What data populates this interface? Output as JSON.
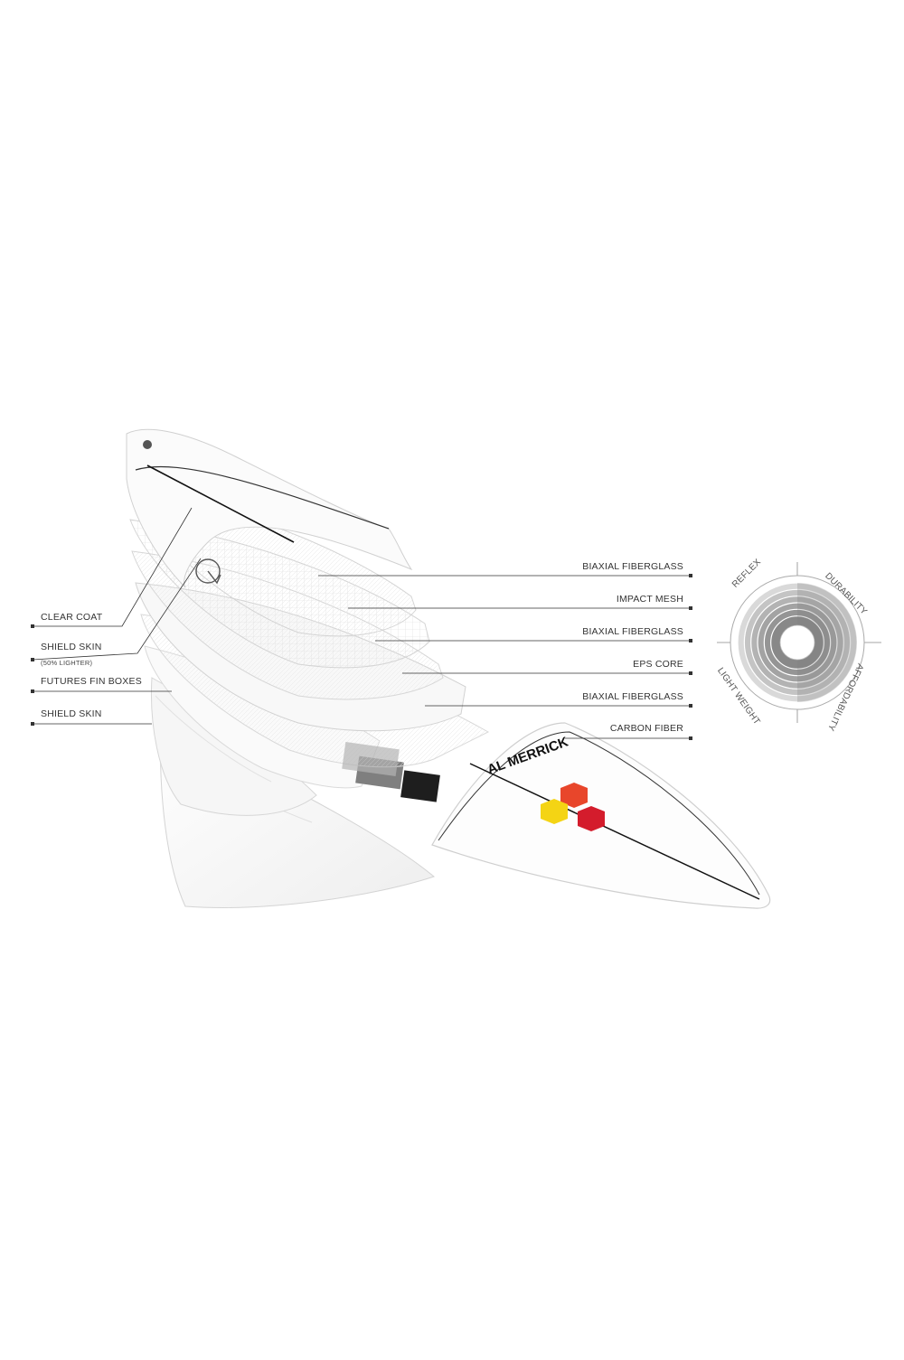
{
  "diagram": {
    "left_labels": [
      {
        "id": "clear-coat",
        "text": "CLEAR COAT"
      },
      {
        "id": "shield-skin-top",
        "text": "SHIELD SKIN",
        "note": "(50% LIGHTER)"
      },
      {
        "id": "futures-fin-boxes",
        "text": "FUTURES FIN BOXES"
      },
      {
        "id": "shield-skin-bottom",
        "text": "SHIELD SKIN"
      }
    ],
    "right_labels": [
      {
        "id": "biaxial-fiberglass-1",
        "text": "BIAXIAL FIBERGLASS"
      },
      {
        "id": "impact-mesh",
        "text": "IMPACT MESH"
      },
      {
        "id": "biaxial-fiberglass-2",
        "text": "BIAXIAL FIBERGLASS"
      },
      {
        "id": "eps-core",
        "text": "EPS CORE"
      },
      {
        "id": "biaxial-fiberglass-3",
        "text": "BIAXIAL FIBERGLASS"
      },
      {
        "id": "carbon-fiber",
        "text": "CARBON FIBER"
      }
    ],
    "board_brand_text": "AL MERRICK",
    "hex_colors": {
      "hex_1": "#e8462b",
      "hex_2": "#f4d414",
      "hex_3": "#d41c2c"
    },
    "line_color": "#333333"
  },
  "rating_chart": {
    "axes": [
      {
        "id": "reflex",
        "text": "REFLEX"
      },
      {
        "id": "durability",
        "text": "DURABILITY"
      },
      {
        "id": "affordability",
        "text": "AFFORDABILITY"
      },
      {
        "id": "light-weight",
        "text": "LIGHT WEIGHT"
      }
    ],
    "ring_colors": [
      "#d9d9d9",
      "#c4c4c4",
      "#b3b3b3",
      "#a3a3a3",
      "#959595",
      "#888888"
    ]
  }
}
